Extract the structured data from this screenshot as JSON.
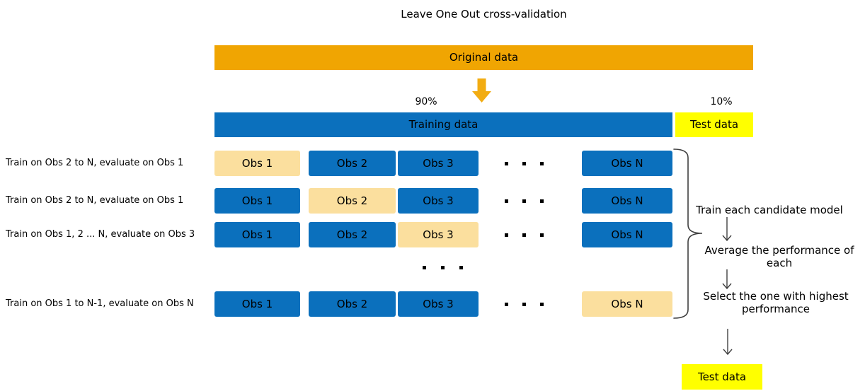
{
  "title": "Leave One Out cross-validation",
  "colors": {
    "orange": "#F0A502",
    "orange_arrow": "#F2AC12",
    "blue": "#0B70BD",
    "tan": "#FBDF9E",
    "yellow": "#FFFF00",
    "line": "#404040"
  },
  "original_bar": {
    "label": "Original data"
  },
  "split": {
    "train_pct": "90%",
    "test_pct": "10%",
    "train_label": "Training data",
    "test_label": "Test data"
  },
  "rows": [
    {
      "label": "Train on Obs 2 to N, evaluate on Obs 1",
      "cells": [
        {
          "text": "Obs 1",
          "highlighted": true
        },
        {
          "text": "Obs 2",
          "highlighted": false
        },
        {
          "text": "Obs 3",
          "highlighted": false
        },
        {
          "text": "Obs N",
          "highlighted": false
        }
      ]
    },
    {
      "label": "Train on Obs 2 to N, evaluate on Obs 1",
      "cells": [
        {
          "text": "Obs 1",
          "highlighted": false
        },
        {
          "text": "Obs 2",
          "highlighted": true
        },
        {
          "text": "Obs 3",
          "highlighted": false
        },
        {
          "text": "Obs N",
          "highlighted": false
        }
      ]
    },
    {
      "label": "Train on Obs 1, 2 ... N, evaluate on Obs 3",
      "cells": [
        {
          "text": "Obs 1",
          "highlighted": false
        },
        {
          "text": "Obs 2",
          "highlighted": false
        },
        {
          "text": "Obs 3",
          "highlighted": true
        },
        {
          "text": "Obs N",
          "highlighted": false
        }
      ]
    },
    {
      "label": "Train on Obs 1 to N-1, evaluate on Obs N",
      "cells": [
        {
          "text": "Obs 1",
          "highlighted": false
        },
        {
          "text": "Obs 2",
          "highlighted": false
        },
        {
          "text": "Obs 3",
          "highlighted": false
        },
        {
          "text": "Obs N",
          "highlighted": true
        }
      ]
    }
  ],
  "right_panel": {
    "steps": [
      "Train each candidate model",
      "Average the performance of each",
      "Select the one with highest performance"
    ],
    "final_label": "Test data"
  }
}
